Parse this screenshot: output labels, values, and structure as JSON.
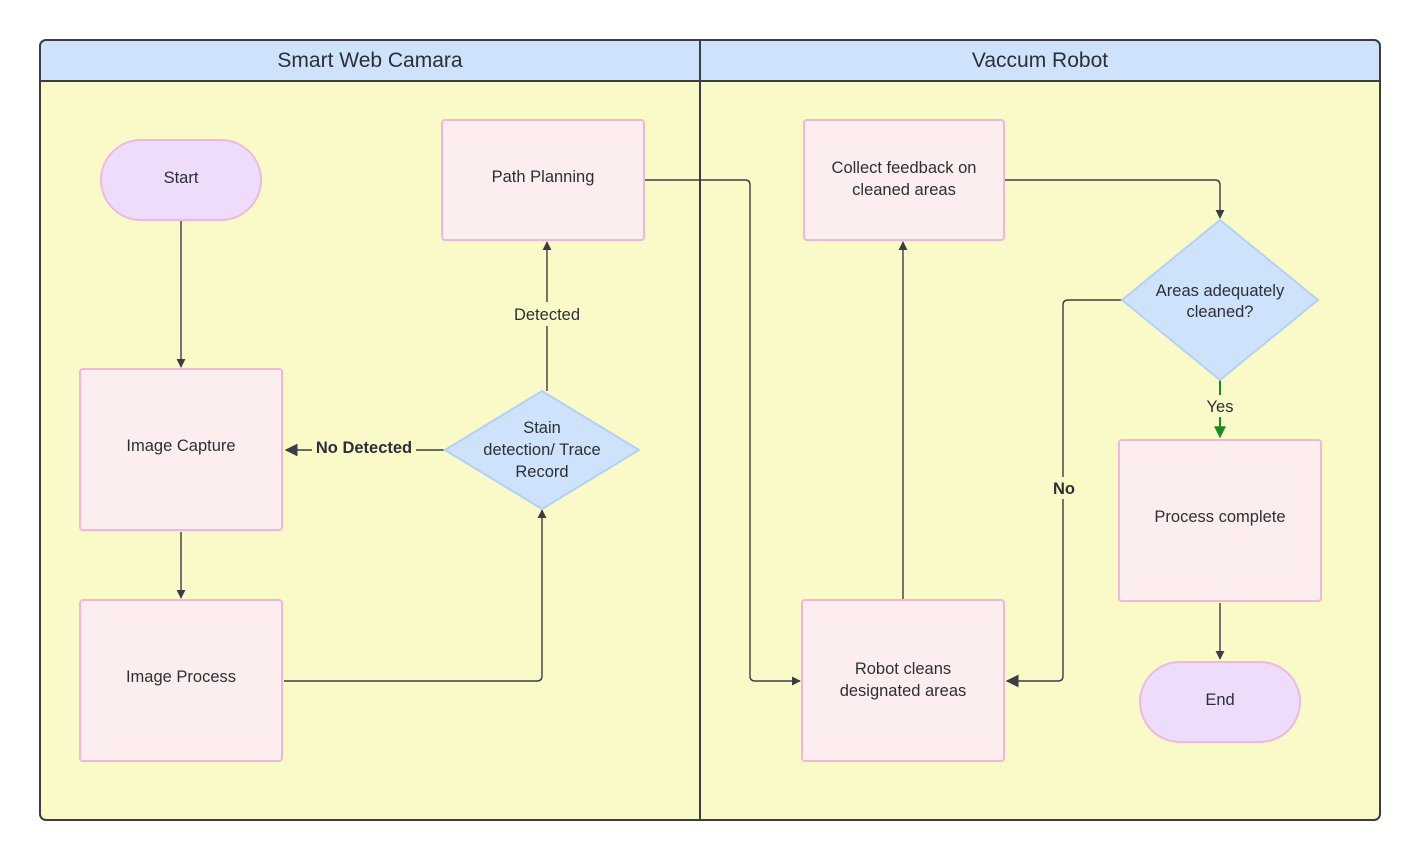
{
  "lanes": {
    "left_title": "Smart Web Camara",
    "right_title": "Vaccum Robot"
  },
  "nodes": {
    "start": "Start",
    "image_capture": "Image Capture",
    "image_process": "Image Process",
    "path_planning": "Path Planning",
    "stain_detection": [
      "Stain",
      "detection/ Trace",
      "Record"
    ],
    "collect_feedback": [
      "Collect feedback on",
      "cleaned areas"
    ],
    "areas_cleaned": [
      "Areas adequately",
      "cleaned?"
    ],
    "process_complete": "Process complete",
    "robot_cleans": [
      "Robot cleans",
      "designated areas"
    ],
    "end": "End"
  },
  "edge_labels": {
    "detected": "Detected",
    "no_detected": "No Detected",
    "yes": "Yes",
    "no": "No"
  },
  "colors": {
    "lane_fill": "#fafac8",
    "header_fill": "#cfe2fb",
    "frame": "#3a3d43",
    "process_fill": "#fceeee",
    "terminal_fill": "#eedcfb",
    "decision_fill": "#cfe2fb",
    "yes_edge": "#1f8a1f"
  }
}
